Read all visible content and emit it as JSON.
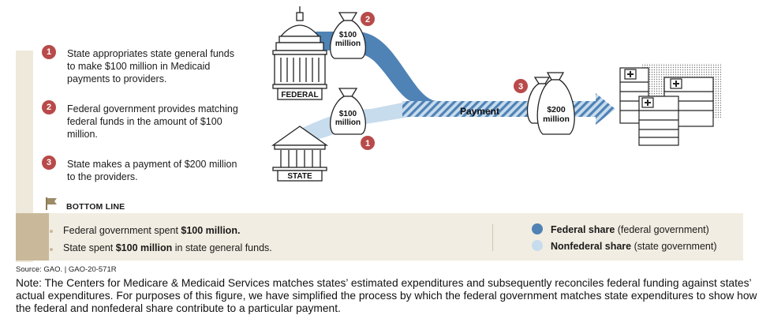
{
  "steps": [
    {
      "number": "1",
      "text": "State appropriates state general funds to make $100 million in Medicaid payments to providers."
    },
    {
      "number": "2",
      "text": "Federal government provides matching federal funds in the amount of $100 million."
    },
    {
      "number": "3",
      "text": "State makes a payment of $200 million to the providers."
    }
  ],
  "diagram": {
    "federal_label": "FEDERAL",
    "state_label": "STATE",
    "federal_bag": {
      "line1": "$100",
      "line2": "million"
    },
    "state_bag": {
      "line1": "$100",
      "line2": "million"
    },
    "payment_bag": {
      "line1": "$200",
      "line2": "million"
    },
    "payment_label": "Payment",
    "marker_federal": "2",
    "marker_state": "1",
    "marker_payment": "3",
    "colors": {
      "federal": "#4f82b5",
      "nonfederal": "#c7dced",
      "marker": "#b84a4a"
    }
  },
  "bottom_line": {
    "title": "BOTTOM LINE",
    "federal_prefix": "Federal government spent ",
    "federal_amount": "$100 million.",
    "state_prefix": "State spent ",
    "state_amount": "$100 million",
    "state_suffix": " in state general funds."
  },
  "legend": {
    "federal_bold": "Federal share",
    "federal_rest": " (federal government)",
    "nonfederal_bold": "Nonfederal share",
    "nonfederal_rest": " (state government)"
  },
  "source": "Source: GAO.  |  GAO-20-571R",
  "note": "Note: The Centers for Medicare & Medicaid Services matches states’ estimated expenditures and subsequently reconciles federal funding against states’ actual expenditures. For purposes of this figure, we have simplified the process by which the federal government matches state expenditures to show how the federal and nonfederal share contribute to a particular payment."
}
